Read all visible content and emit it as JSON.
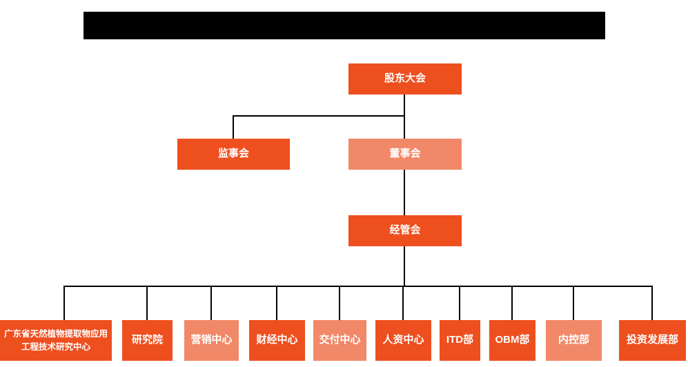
{
  "colors": {
    "primary": "#EE4F1F",
    "secondary": "#F18868",
    "line": "#000000",
    "text_on_node": "#FFFFFF",
    "redaction": "#000000",
    "background": "#FFFFFF"
  },
  "org_chart": {
    "shareholders": {
      "label": "股东大会",
      "color": "#EE4F1F"
    },
    "supervisory_board": {
      "label": "监事会",
      "color": "#EE4F1F"
    },
    "board_of_directors": {
      "label": "董事会",
      "color": "#F18868"
    },
    "management_committee": {
      "label": "经管会",
      "color": "#EE4F1F"
    },
    "departments": [
      {
        "label": "广东省天然植物提取物应用工程技术研究中心",
        "color": "#EE4F1F"
      },
      {
        "label": "研究院",
        "color": "#EE4F1F"
      },
      {
        "label": "营销中心",
        "color": "#F18868"
      },
      {
        "label": "财经中心",
        "color": "#EE4F1F"
      },
      {
        "label": "交付中心",
        "color": "#F18868"
      },
      {
        "label": "人资中心",
        "color": "#EE4F1F"
      },
      {
        "label": "ITD部",
        "color": "#EE4F1F"
      },
      {
        "label": "OBM部",
        "color": "#EE4F1F"
      },
      {
        "label": "内控部",
        "color": "#F18868"
      },
      {
        "label": "投资发展部",
        "color": "#EE4F1F"
      }
    ]
  }
}
